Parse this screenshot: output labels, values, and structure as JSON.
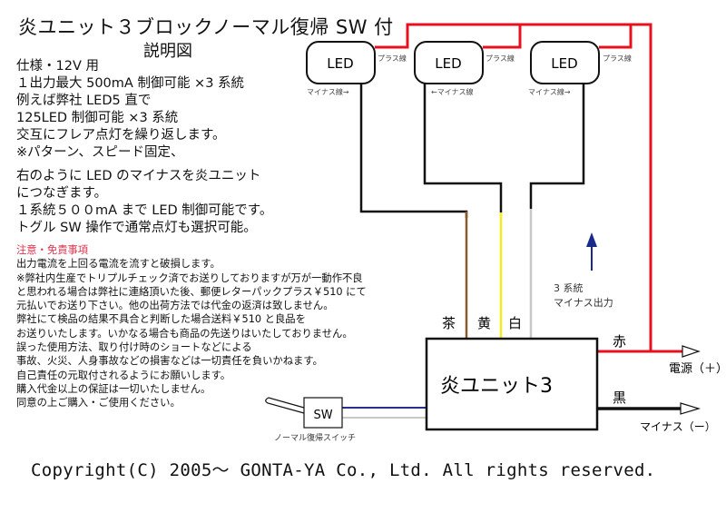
{
  "title": "炎ユニット３ブロックノーマル復帰 SW 付",
  "subtitle": "説明図",
  "spec_lines": [
    "仕様・12V 用",
    "１出力最大 500mA 制御可能 ×3 系統",
    "例えば弊社 LED5 直で",
    "125LED 制御可能 ×3 系統",
    "交互にフレア点灯を繰り返します。",
    "※パターン、スピード固定、"
  ],
  "connect_lines": [
    "右のように LED のマイナスを炎ユニット",
    "につなぎます。",
    "１系統５００mA まで LED 制御可能です。",
    "トグル SW 操作で通常点灯も選択可能。"
  ],
  "notes_heading": "注意・免責事項",
  "notes": [
    "出力電流を上回る電流を流すと破損します。",
    "※弊社内生産でトリプルチェック済でお送りしておりますが万が一動作不良",
    "と思われる場合は弊社に連絡頂いた後、郵便レターパックプラス￥510 にて",
    "元払いでお送り下さい。他の出荷方法では代金の返済は致しません。",
    "弊社にて検品の結果不具合と判断した場合送料￥510 と良品を",
    "お送りいたします。いかなる場合も商品の先送りはいたしておりません。",
    "誤った使用方法、取り付け時のショートなどによる",
    "事故、火災、人身事故などの損害などは一切責任を負いかねます。",
    "自己責任の元取付されるようにお願いします。",
    "購入代金以上の保証は一切いたしません。",
    "同意の上ご購入・ご使用ください。"
  ],
  "diagram": {
    "leds": [
      {
        "label": "LED",
        "plus_label": "プラス線",
        "minus_label": "マイナス線→"
      },
      {
        "label": "LED",
        "plus_label": "プラス線",
        "minus_label": "←マイナス線"
      },
      {
        "label": "LED",
        "plus_label": "プラス線",
        "minus_label": "マイナス線→"
      }
    ],
    "wire_labels": {
      "brown": "茶",
      "yellow": "黄",
      "white": "白",
      "red": "赤",
      "black": "黒"
    },
    "output_note": [
      "3 系統",
      "マイナス出力"
    ],
    "unit_label": "炎ユニット3",
    "switch_label": "SW",
    "switch_caption": "ノーマル復帰スイッチ",
    "power_plus": "電源（＋）",
    "power_minus": "マイナス（ー）",
    "colors": {
      "red": "#e8101e",
      "brown": "#8b5a2b",
      "yellow": "#f5ee1a",
      "white": "#c8c8c8",
      "blue": "#2a2f8f",
      "arrow": "#1a2a8a",
      "warn": "#e0304a"
    }
  },
  "copyright": "Copyright(C)  2005～  GONTA-YA Co., Ltd.  All rights reserved."
}
